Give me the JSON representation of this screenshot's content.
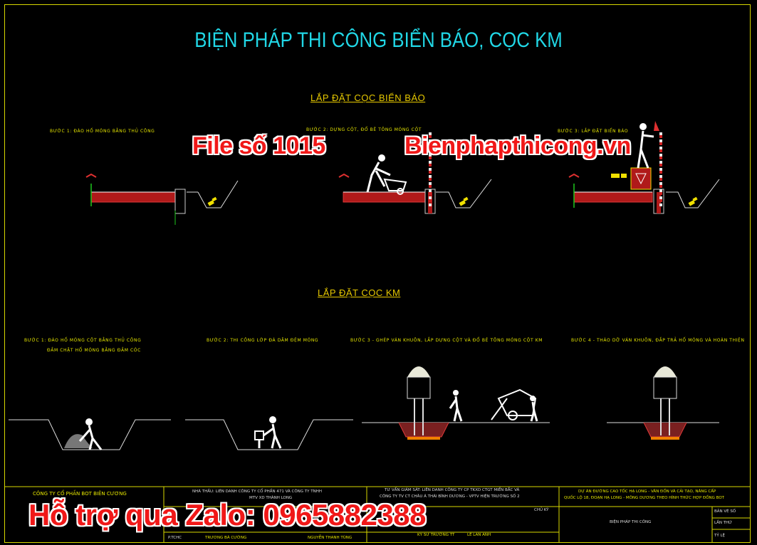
{
  "title": "BIỆN PHÁP THI CÔNG BIỂN BÁO, CỌC KM",
  "sections": {
    "sign_install": "LẮP ĐẶT CỌC BIỂN BÁO",
    "km_install": "LẮP ĐẶT CỌC KM"
  },
  "sign_steps": [
    "BƯỚC 1: ĐÀO HỐ MÓNG BẰNG THỦ CÔNG",
    "BƯỚC 2: DỰNG CỘT, ĐỔ BÊ TÔNG MÓNG CỘT",
    "BƯỚC 3: LẮP ĐẶT BIỂN BÁO"
  ],
  "km_steps": [
    "BƯỚC 1: ĐÀO HỐ MÓNG CỘT BẰNG THỦ CÔNG",
    "ĐẦM CHẶT HỐ MÓNG BẰNG ĐẦM CÓC",
    "BƯỚC 2: THI CÔNG LỚP ĐÁ DĂM ĐỆM MÓNG",
    "BƯỚC 3 - GHÉP VÁN KHUÔN, LẮP DỰNG CỘT VÀ ĐỔ BÊ TÔNG MÓNG CỘT KM",
    "BƯỚC 4 - THÁO DỠ VÁN KHUÔN, ĐẮP TRẢ HỐ MÓNG VÀ HOÀN THIỆN"
  ],
  "watermarks": {
    "file_no": "File số 1015",
    "site": "Bienphapthicong.vn",
    "support": "Hỗ trợ qua Zalo: 0965882388"
  },
  "title_block": {
    "company": "CÔNG TY CỔ PHẦN BOT BIÊN CƯƠNG",
    "contractor": "NHÀ THẦU: LIÊN DANH CÔNG TY CỔ PHẦN 471 VÀ CÔNG TY TNHH",
    "contractor2": "MTV XD THÀNH LONG",
    "consultant": "TƯ VẤN GIÁM SÁT: LIÊN DANH CÔNG TY CP TKXD CTGT MIỀN BẮC VÀ",
    "consultant2": "CÔNG TY TV CT CHÂU Á THÁI BÌNH DƯƠNG - VPTV HIỆN TRƯỜNG SỐ 2",
    "project": "DỰ ÁN ĐƯỜNG CAO TỐC HẠ LONG - VÂN ĐỒN VÀ CẢI TẠO, NÂNG CẤP",
    "project2": "QUỐC LỘ 18, ĐOẠN HẠ LONG - MÔNG DƯƠNG THEO HÌNH THỨC HỢP ĐỒNG BOT",
    "drawing_name": "BIỆN PHÁP THI CÔNG",
    "names": [
      "TRƯƠNG BÁ CƯỜNG",
      "NGUYỄN THANH TÙNG",
      "KỸ SƯ TRƯỞNG TT",
      "LÊ LAN ANH"
    ],
    "labels": [
      "CHỦ KÝ",
      "BẢN VẼ SỐ",
      "LẦN THỨ",
      "TỶ LỆ"
    ],
    "p_tchc": "P.TCHC"
  },
  "colors": {
    "title": "#21d7e6",
    "section": "#e6c800",
    "frame": "#d8d800",
    "watermark": "#f01818"
  }
}
